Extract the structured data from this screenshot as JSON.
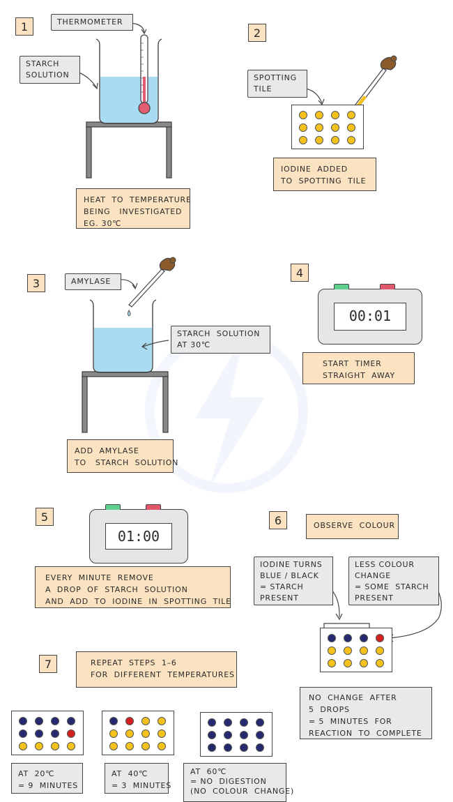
{
  "steps": [
    "1",
    "2",
    "3",
    "4",
    "5",
    "6",
    "7"
  ],
  "labels": {
    "thermometer": "THERMOMETER",
    "starch1": "STARCH\nSOLUTION",
    "spotting_tile": "SPOTTING\nTILE",
    "amylase": "AMYLASE",
    "starch3": "STARCH  SOLUTION\nAT 30℃",
    "iodine_turns": "IODINE TURNS\nBLUE / BLACK\n= STARCH\nPRESENT",
    "less_colour": "LESS COLOUR\nCHANGE\n= SOME  STARCH\nPRESENT"
  },
  "notes": {
    "heat": "HEAT  TO  TEMPERATURE\nBEING   INVESTIGATED\nEG. 30℃",
    "iodine_added": "IODINE  ADDED\nTO  SPOTTING  TILE",
    "start_timer": "START  TIMER\nSTRAIGHT  AWAY",
    "add_amylase": "ADD  AMYLASE\nTO   STARCH  SOLUTION",
    "every_minute": "EVERY  MINUTE  REMOVE\nA  DROP  OF  STARCH  SOLUTION\nAND  ADD  TO  IODINE  IN  SPOTTING  TILE",
    "observe": "OBSERVE  COLOUR",
    "repeat": "REPEAT  STEPS  1–6\nFOR  DIFFERENT  TEMPERATURES"
  },
  "timers": {
    "t4": "00:01",
    "t5": "01:00"
  },
  "results": {
    "no_change": "NO  CHANGE  AFTER\n5  DROPS\n= 5  MINUTES  FOR\nREACTION  TO  COMPLETE",
    "r20": "AT  20℃\n= 9  MINUTES",
    "r40": "AT  40℃\n= 3  MINUTES",
    "r60": "AT  60℃\n= NO  DIGESTION\n(NO  COLOUR  CHANGE)"
  },
  "colors": {
    "yellow": "#f5c21b",
    "navy": "#252a6e",
    "red": "#d42020",
    "water": "#a9dcf2",
    "note": "#fbe3c2",
    "box": "#e9e9e9"
  },
  "tiles": {
    "step2": [
      "y",
      "y",
      "y",
      "y",
      "y",
      "y",
      "y",
      "y",
      "y",
      "y",
      "y",
      "y"
    ],
    "step6": [
      "n",
      "n",
      "n",
      "r",
      "y",
      "y",
      "y",
      "y",
      "y",
      "y",
      "y",
      "y"
    ],
    "t20": [
      "n",
      "n",
      "n",
      "n",
      "n",
      "n",
      "n",
      "r",
      "y",
      "y",
      "y",
      "y"
    ],
    "t40": [
      "n",
      "r",
      "y",
      "y",
      "y",
      "y",
      "y",
      "y",
      "y",
      "y",
      "y",
      "y"
    ],
    "t60": [
      "n",
      "n",
      "n",
      "n",
      "n",
      "n",
      "n",
      "n",
      "n",
      "n",
      "n",
      "n"
    ]
  }
}
